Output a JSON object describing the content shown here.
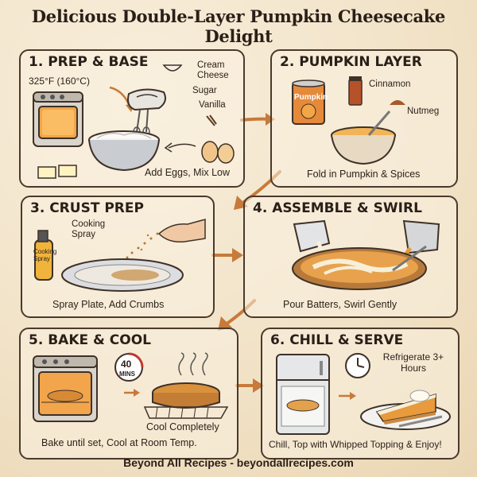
{
  "title": "Delicious Double-Layer Pumpkin Cheesecake Delight",
  "footer": "Beyond All Recipes - beyondallrecipes.com",
  "colors": {
    "accent_arrow": "#c77a3a",
    "outline": "#4a3a2c",
    "pumpkin": "#e59a3d",
    "background": "#f3e6cf"
  },
  "steps": [
    {
      "title": "1. PREP & BASE",
      "temperature": "325°F (160°C)",
      "ingredients": [
        "Cream Cheese",
        "Sugar",
        "Vanilla"
      ],
      "caption": "Add Eggs, Mix Low",
      "icons": [
        "oven-icon",
        "mixer-icon",
        "bowl-icon",
        "eggs-icon",
        "butter-icon",
        "vanilla-icon"
      ]
    },
    {
      "title": "2. PUMPKIN LAYER",
      "can_label": "Pumpkin",
      "ingredients": [
        "Cinnamon",
        "Nutmeg"
      ],
      "caption": "Fold in Pumpkin & Spices",
      "icons": [
        "pumpkin-can-icon",
        "spice-jar-icon",
        "bowl-icon",
        "spoon-icon"
      ]
    },
    {
      "title": "3. CRUST PREP",
      "spray_label": "Cooking Spray",
      "bottle_label": "Cooking Spray",
      "caption": "Spray Plate, Add Crumbs",
      "icons": [
        "spray-bottle-icon",
        "pie-plate-icon",
        "hand-icon"
      ]
    },
    {
      "title": "4. ASSEMBLE & SWIRL",
      "caption": "Pour Batters, Swirl Gently",
      "icons": [
        "pitcher-icon",
        "pie-icon",
        "spoon-icon"
      ]
    },
    {
      "title": "5. BAKE & COOL",
      "timer": "40",
      "timer_unit": "MINS",
      "cool_caption": "Cool Completely",
      "caption": "Bake until set, Cool at Room Temp.",
      "icons": [
        "oven-icon",
        "timer-icon",
        "cooling-rack-icon"
      ]
    },
    {
      "title": "6. CHILL & SERVE",
      "fridge_note": "Refrigerate 3+ Hours",
      "caption": "Chill, Top with Whipped Topping & Enjoy!",
      "icons": [
        "fridge-icon",
        "clock-icon",
        "pie-slice-icon",
        "fork-icon"
      ]
    }
  ]
}
